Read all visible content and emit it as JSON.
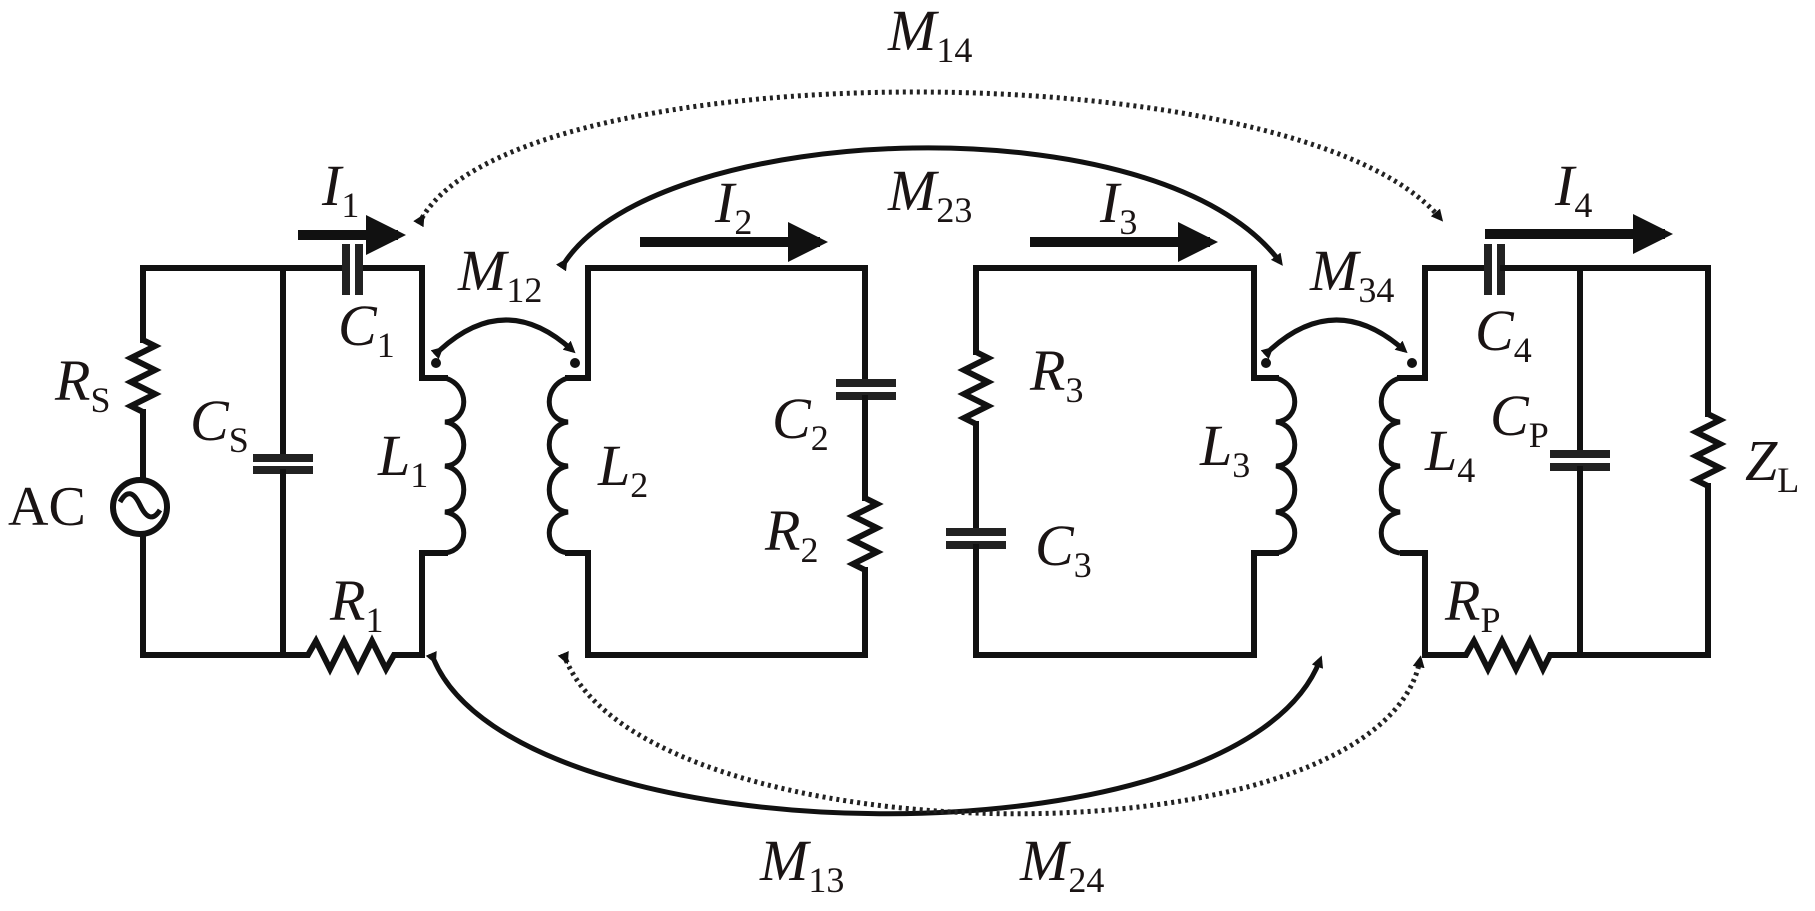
{
  "diagram": {
    "type": "circuit",
    "description": "Four-coil magnetically coupled resonant wireless power transfer circuit",
    "source": {
      "label": "AC"
    },
    "components": {
      "RS": {
        "main": "R",
        "sub": "S"
      },
      "CS": {
        "main": "C",
        "sub": "S"
      },
      "C1": {
        "main": "C",
        "sub": "1"
      },
      "L1": {
        "main": "L",
        "sub": "1"
      },
      "R1": {
        "main": "R",
        "sub": "1"
      },
      "L2": {
        "main": "L",
        "sub": "2"
      },
      "C2": {
        "main": "C",
        "sub": "2"
      },
      "R2": {
        "main": "R",
        "sub": "2"
      },
      "R3": {
        "main": "R",
        "sub": "3"
      },
      "C3": {
        "main": "C",
        "sub": "3"
      },
      "L3": {
        "main": "L",
        "sub": "3"
      },
      "L4": {
        "main": "L",
        "sub": "4"
      },
      "C4": {
        "main": "C",
        "sub": "4"
      },
      "CP": {
        "main": "C",
        "sub": "P"
      },
      "RP": {
        "main": "R",
        "sub": "P"
      },
      "ZL": {
        "main": "Z",
        "sub": "L"
      }
    },
    "currents": {
      "I1": {
        "main": "I",
        "sub": "1"
      },
      "I2": {
        "main": "I",
        "sub": "2"
      },
      "I3": {
        "main": "I",
        "sub": "3"
      },
      "I4": {
        "main": "I",
        "sub": "4"
      }
    },
    "couplings": {
      "M12": {
        "main": "M",
        "sub": "12",
        "style": "solid"
      },
      "M23": {
        "main": "M",
        "sub": "23",
        "style": "solid"
      },
      "M34": {
        "main": "M",
        "sub": "34",
        "style": "solid"
      },
      "M13": {
        "main": "M",
        "sub": "13",
        "style": "solid"
      },
      "M24": {
        "main": "M",
        "sub": "24",
        "style": "dotted"
      },
      "M14": {
        "main": "M",
        "sub": "14",
        "style": "dotted"
      }
    }
  }
}
